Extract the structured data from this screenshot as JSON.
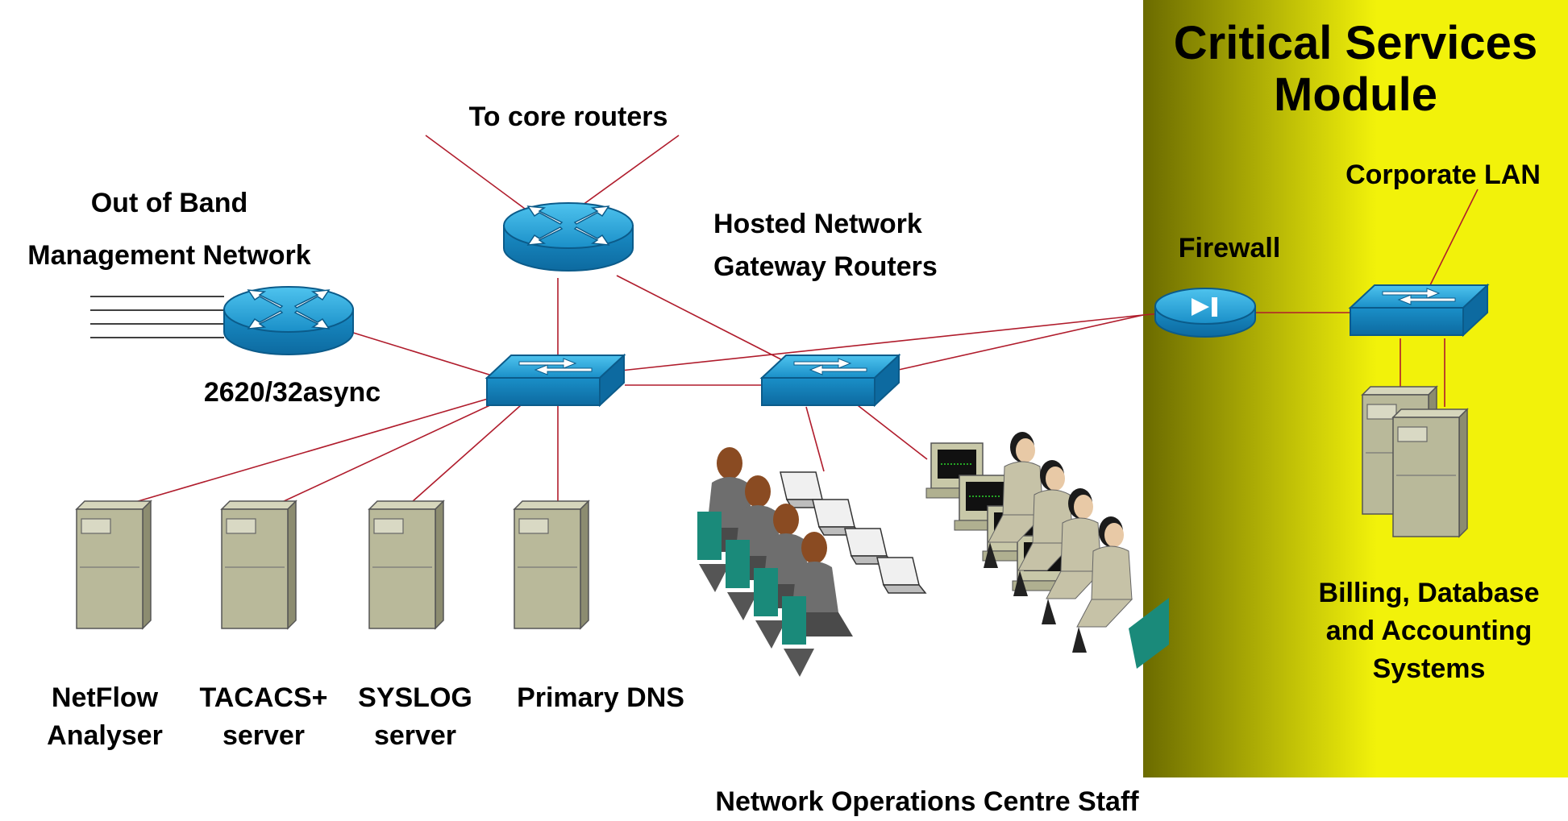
{
  "module": {
    "title_line1": "Critical Services",
    "title_line2": "Module",
    "corporate_lan": "Corporate LAN",
    "firewall": "Firewall",
    "billing_line1": "Billing, Database",
    "billing_line2": "and Accounting",
    "billing_line3": "Systems",
    "fill_edge": "#6b6b00",
    "fill_center": "#f2f20a"
  },
  "core": {
    "to_core_routers": "To core routers"
  },
  "gateway": {
    "line1": "Hosted Network",
    "line2": "Gateway Routers"
  },
  "oob": {
    "line1": "Out of Band",
    "line2": "Management Network",
    "router": "2620/32async"
  },
  "servers": [
    {
      "line1": "NetFlow",
      "line2": "Analyser"
    },
    {
      "line1": "TACACS+",
      "line2": "server"
    },
    {
      "line1": "SYSLOG",
      "line2": "server"
    },
    {
      "line1": "Primary DNS",
      "line2": ""
    }
  ],
  "staff": {
    "label": "Network Operations Centre Staff"
  },
  "colors": {
    "link": "#b01c2c",
    "device_blue": "#1a9fd6",
    "server": "#b9b99a"
  }
}
